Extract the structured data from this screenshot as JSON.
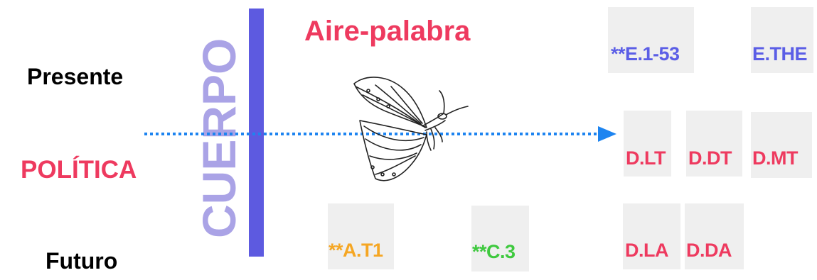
{
  "axis_labels": {
    "presente": "Presente",
    "politica": "POLÍTICA",
    "futuro": "Futuro",
    "cuerpo": "CUERPO"
  },
  "title": "Aire-palabra",
  "colors": {
    "red": "#ee3a5f",
    "blue": "#5b5ee6",
    "orange": "#f5a623",
    "green": "#3ec93e",
    "cuerpo_text": "#aaa3e6",
    "bar": "#5d5ae0",
    "arrow": "#1d84f0",
    "box": "#efefef"
  },
  "codes": {
    "e153": "**E.1-53",
    "ethe": "E.THE",
    "dlt": "D.LT",
    "ddt": "D.DT",
    "dmt": "D.MT",
    "dla": "D.LA",
    "dda": "D.DA",
    "at1": "**A.T1",
    "c3": "**C.3"
  },
  "icons": {
    "arrow": "dotted-arrow-right",
    "butterfly": "butterfly-illustration"
  }
}
